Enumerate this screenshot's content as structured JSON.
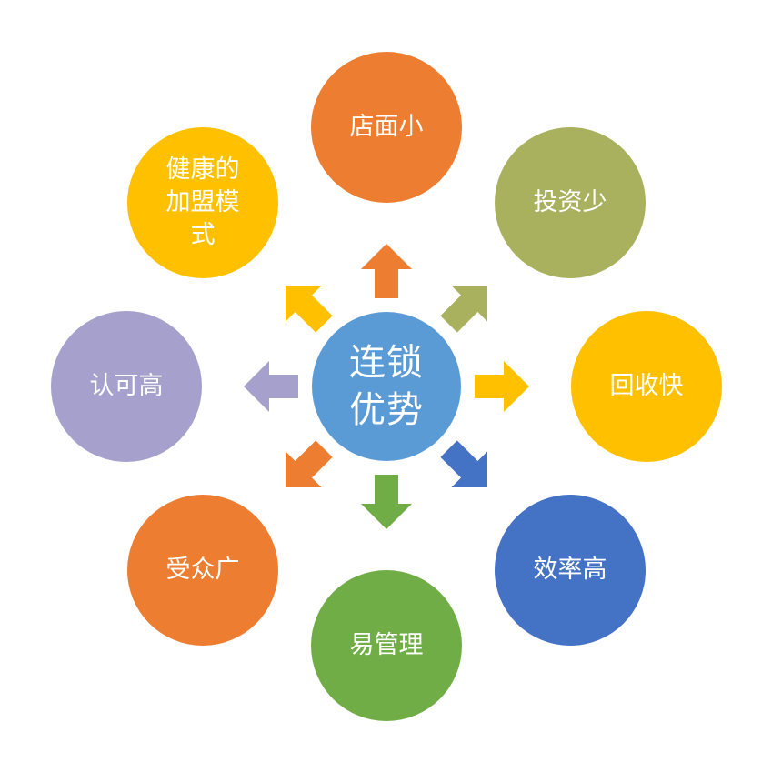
{
  "center": {
    "text": "连锁\n优势",
    "color": "#5B9BD5"
  },
  "nodes": [
    {
      "id": "n",
      "text": "店面小",
      "color": "#ED7D31"
    },
    {
      "id": "ne",
      "text": "投资少",
      "color": "#A9B15F"
    },
    {
      "id": "e",
      "text": "回收快",
      "color": "#FFC000"
    },
    {
      "id": "se",
      "text": "效率高",
      "color": "#4472C4"
    },
    {
      "id": "s",
      "text": "易管理",
      "color": "#70AD47"
    },
    {
      "id": "sw",
      "text": "受众广",
      "color": "#ED7D31"
    },
    {
      "id": "w",
      "text": "认可高",
      "color": "#A5A0CC"
    },
    {
      "id": "nw",
      "text": "健康的\n加盟模\n式",
      "color": "#FFC000"
    }
  ]
}
